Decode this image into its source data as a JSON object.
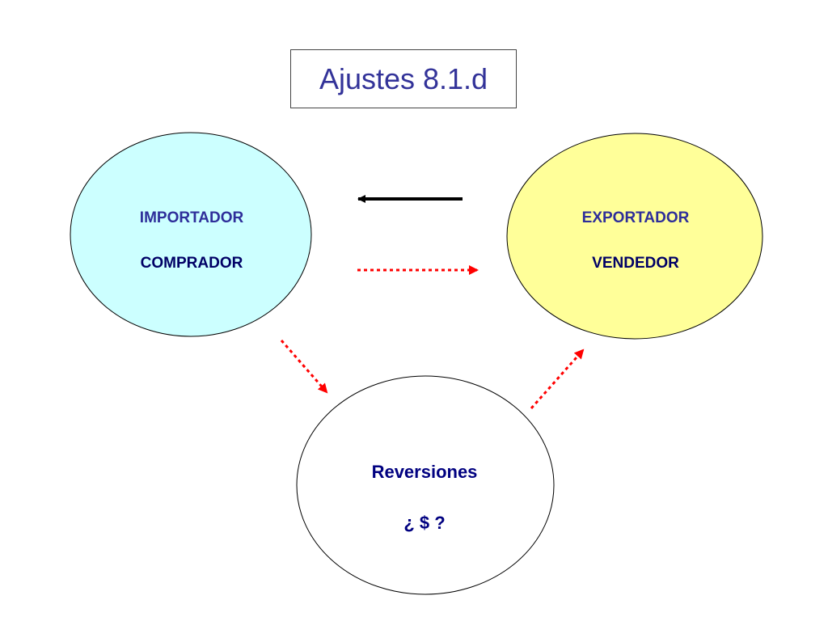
{
  "title": "Ajustes 8.1.d",
  "nodes": {
    "importer": {
      "line1": "IMPORTADOR",
      "line2": "COMPRADOR",
      "fill": "#ccffff"
    },
    "exporter": {
      "line1": "EXPORTADOR",
      "line2": "VENDEDOR",
      "fill": "#ffff99"
    },
    "reversions": {
      "line1": "Reversiones",
      "line2": "¿ $ ?",
      "fill": "#ffffff"
    }
  },
  "colors": {
    "title": "#333399",
    "solid_arrow": "#000000",
    "dotted_arrow": "#ff0000"
  }
}
